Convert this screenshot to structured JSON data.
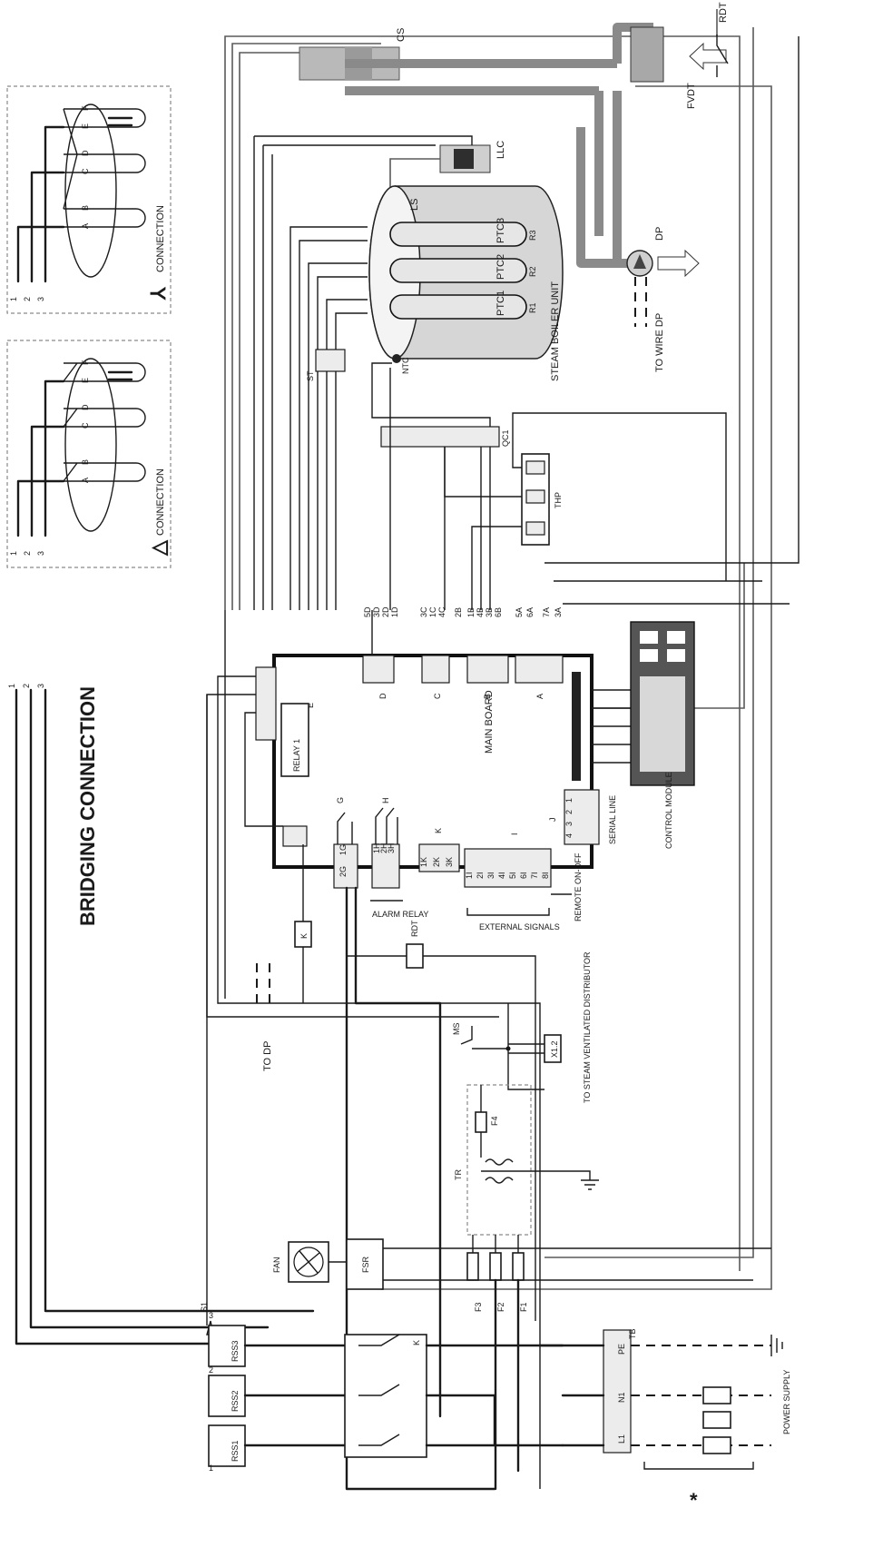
{
  "diagram": {
    "heading": "BRIDGING CONNECTION",
    "labels": {
      "cs": "CS",
      "rdt_top": "RDT",
      "fvdt": "FVDT",
      "llc": "LLC",
      "ls": "LS",
      "ptc1": "PTC1",
      "ptc2": "PTC2",
      "ptc3": "PTC3",
      "r1": "R1",
      "r2": "R2",
      "r3": "R3",
      "dp": "DP",
      "to_wire_dp": "TO WIRE DP",
      "steam_boiler_unit": "STEAM BOILER UNIT",
      "ntc": "NTC",
      "st": "ST",
      "qc1": "QC1",
      "thp": "THP",
      "connection_delta": "CONNECTION",
      "connection_star": "CONNECTION",
      "delta_symbol": "△",
      "star_symbol": "⅄",
      "main_board": "MAIN BOARD",
      "relay1": "RELAY 1",
      "control_module": "CONTROL MODULE",
      "serial_line": "SERIAL LINE",
      "remote_on_off": "REMOTE ON-OFF",
      "external_signals": "EXTERNAL SIGNALS",
      "alarm_relay": "ALARM RELAY",
      "block_a": "A",
      "block_b": "B",
      "block_c": "C",
      "block_d": "D",
      "block_e": "E",
      "block_g": "G",
      "block_h": "H",
      "block_i": "I",
      "block_j": "J",
      "block_k": "K",
      "k_relay": "K",
      "k_contactor": "K",
      "rdt": "RDT",
      "ms": "MS",
      "x1_2": "X1.2",
      "to_steam_distributor": "TO STEAM VENTILATED DISTRIBUTOR",
      "tr": "TR",
      "f1": "F1",
      "f2": "F2",
      "f3": "F3",
      "f4": "F4",
      "to_dp": "TO DP",
      "fan": "FAN",
      "fsr": "FSR",
      "s1": "S1",
      "rss1": "RSS1",
      "rss2": "RSS2",
      "rss3": "RSS3",
      "tb": "TB",
      "pe": "PE",
      "l1": "L1",
      "n1": "N1",
      "power_supply": "POWER SUPPLY",
      "asterisk": "*",
      "phase1": "1",
      "phase2": "2",
      "phase3": "3"
    },
    "wire_codes": [
      "5D",
      "3D",
      "2D",
      "1D",
      "3C",
      "1C",
      "4C",
      "2B",
      "1B",
      "4B",
      "3B",
      "6B",
      "5A",
      "6A",
      "7A",
      "3A"
    ],
    "input_terminals": [
      "1I",
      "2I",
      "3I",
      "4I",
      "5I",
      "6I",
      "7I",
      "8I"
    ],
    "alarm_terminals": [
      "1H",
      "2H",
      "3H"
    ],
    "k_terminals": [
      "1K",
      "2K",
      "3K"
    ],
    "g_terminals": [
      "1G",
      "2G"
    ],
    "serial_terminals": [
      "1",
      "2",
      "3",
      "4"
    ],
    "delta_windings": [
      "A",
      "B",
      "C",
      "D",
      "E",
      "F"
    ],
    "star_windings": [
      "A",
      "B",
      "C",
      "D",
      "E",
      "F"
    ]
  }
}
